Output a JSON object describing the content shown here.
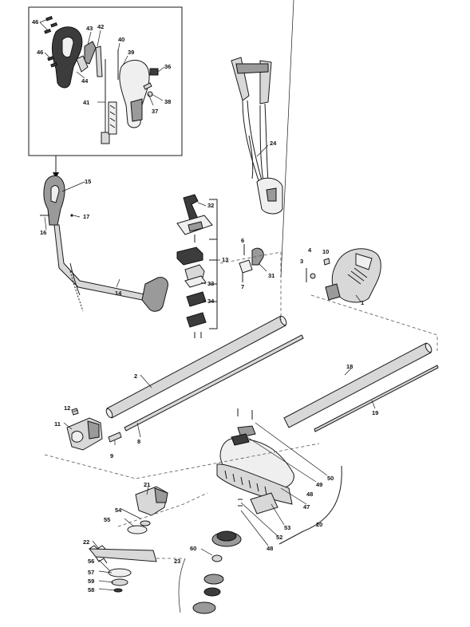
{
  "diagram": {
    "callouts": [
      "1",
      "2",
      "3",
      "4",
      "6",
      "7",
      "8",
      "9",
      "10",
      "11",
      "12",
      "13",
      "14",
      "15",
      "16",
      "17",
      "18",
      "19",
      "20",
      "21",
      "22",
      "23",
      "24",
      "31",
      "32",
      "33",
      "34",
      "36",
      "37",
      "38",
      "39",
      "40",
      "41",
      "42",
      "43",
      "44",
      "46",
      "47",
      "48",
      "49",
      "50",
      "52",
      "53",
      "54",
      "55",
      "56",
      "57",
      "58",
      "59",
      "60"
    ]
  }
}
